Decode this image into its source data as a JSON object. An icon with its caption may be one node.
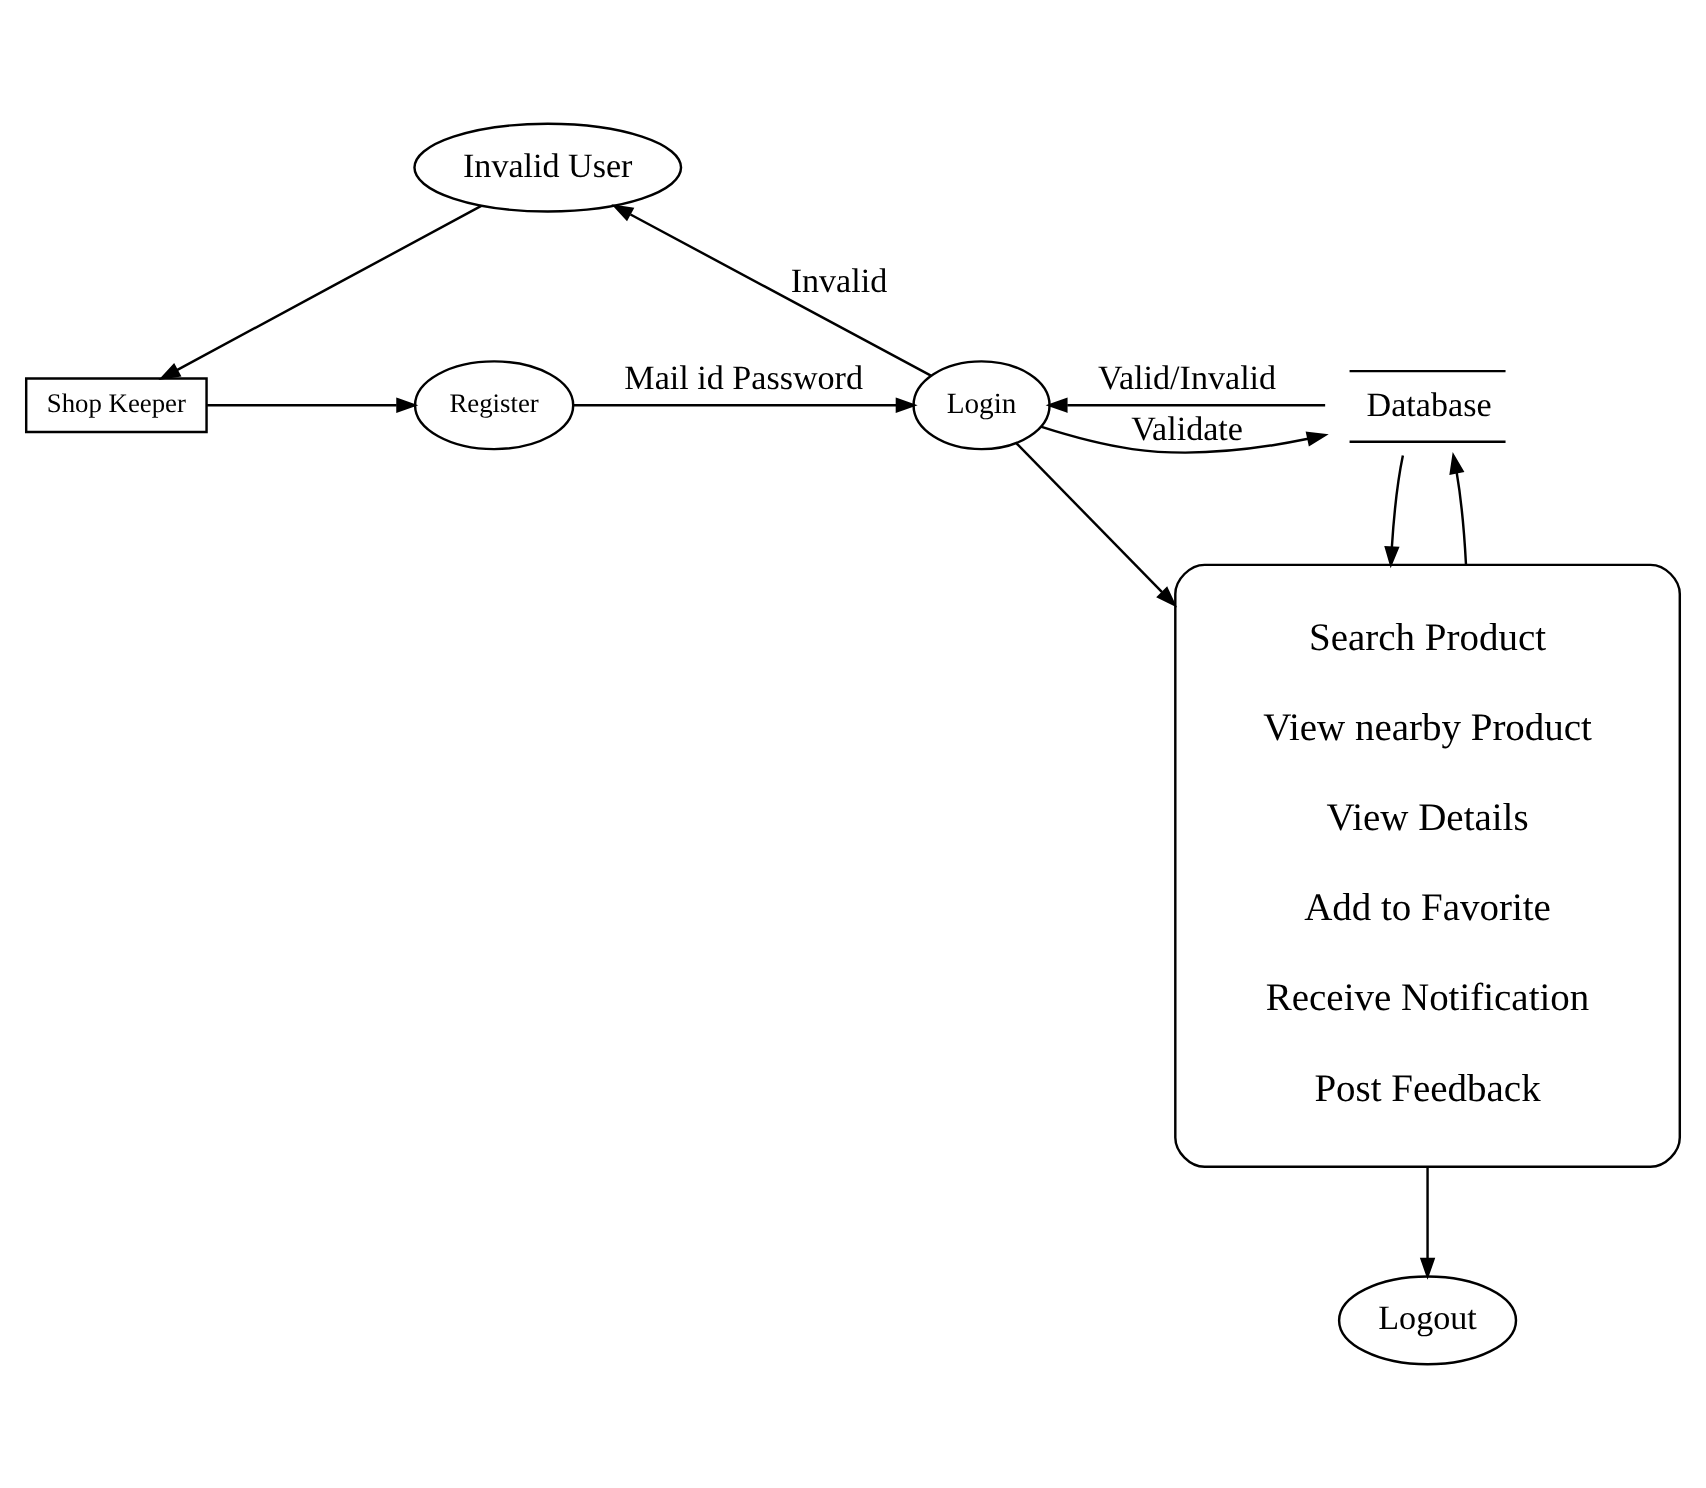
{
  "diagram": {
    "nodes": [
      {
        "text": [
          "Invalid User"
        ]
      },
      {
        "text": [
          "Shop Keeper"
        ]
      },
      {
        "text": [
          "Register"
        ]
      },
      {
        "text": [
          "Login"
        ]
      },
      {
        "text": [
          "Database"
        ]
      },
      {
        "text": [
          "Search Product",
          "View nearby Product",
          "View Details",
          "Add to Favorite",
          "Receive Notification",
          "Post Feedback"
        ]
      },
      {
        "text": [
          "Logout"
        ]
      }
    ],
    "edges": [
      {
        "from": 0,
        "to": 1,
        "arrow": "to"
      },
      {
        "from": 1,
        "to": 2,
        "arrow": "to"
      },
      {
        "from": 2,
        "to": 3,
        "arrow": "to",
        "label": "Mail id Password"
      },
      {
        "from": 3,
        "to": 0,
        "arrow": "to",
        "label": "Invalid"
      },
      {
        "from": 3,
        "to": 4,
        "arrow": "to",
        "label": "Validate"
      },
      {
        "from": 4,
        "to": 3,
        "arrow": "to",
        "label": "Valid/Invalid"
      },
      {
        "from": 3,
        "to": 5,
        "arrow": "to"
      },
      {
        "from": 5,
        "to": 4,
        "arrow": "to"
      },
      {
        "from": 4,
        "to": 5,
        "arrow": "to"
      },
      {
        "from": 5,
        "to": 6,
        "arrow": "to"
      }
    ]
  }
}
